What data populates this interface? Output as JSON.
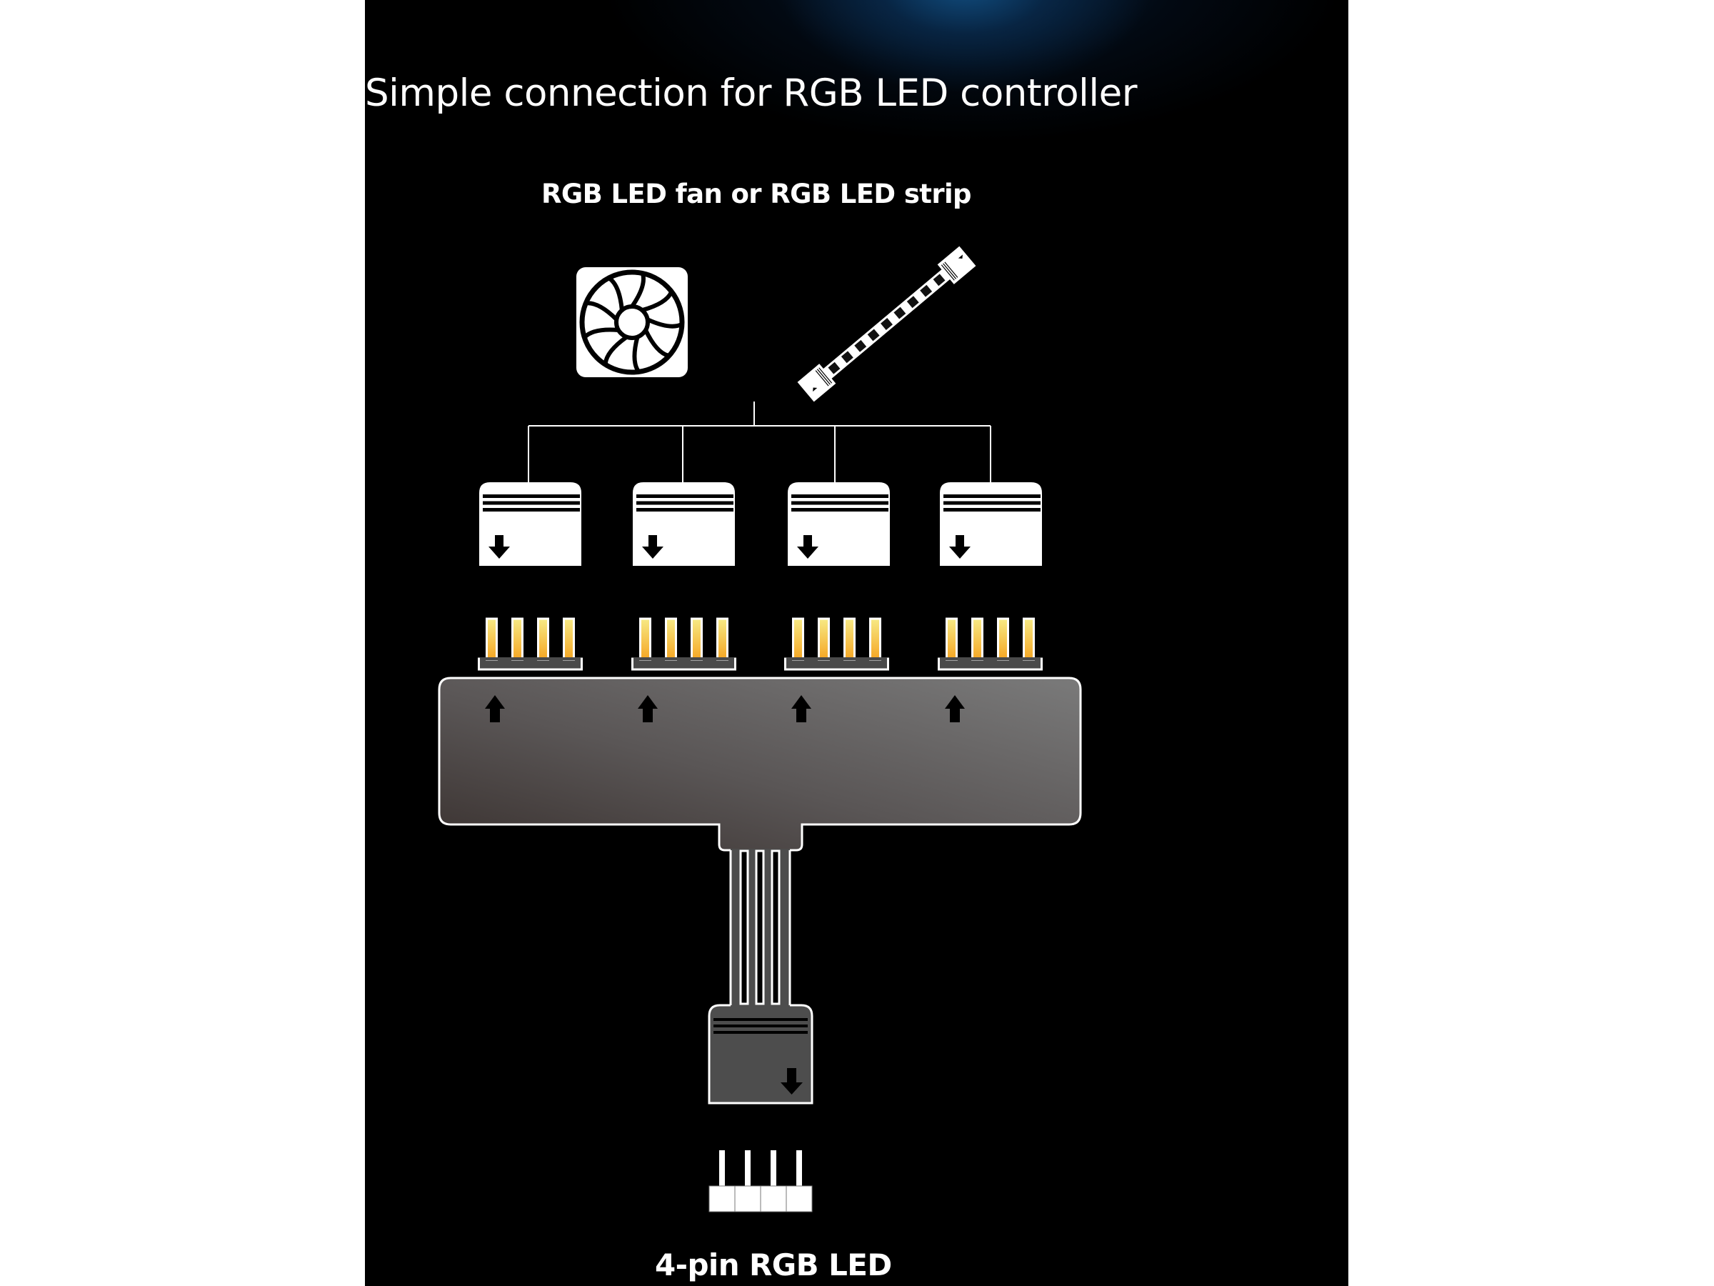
{
  "page": {
    "title": "Simple connection for RGB LED controller",
    "devices_label": "RGB LED fan or RGB LED strip",
    "source_label": "4-pin RGB LED"
  },
  "devices": [
    {
      "name": "RGB LED fan",
      "icon": "fan-icon"
    },
    {
      "name": "RGB LED strip",
      "icon": "led-strip-icon"
    }
  ],
  "splitter": {
    "output_ports": 4,
    "pins_per_port": 4,
    "input_pins": 4,
    "connection_direction_outputs": "down",
    "connection_direction_hub": "up"
  },
  "colors": {
    "background": "#000000",
    "page_margin": "#ffffff",
    "glow": "#12548a",
    "connector": "#ffffff",
    "pin_gold_top": "#f7ea86",
    "pin_gold_bottom": "#f5a623",
    "pin_base": "#4a4a4a",
    "hub_dark": "#3a3230",
    "hub_light": "#777777",
    "cable": "#4d4d4d"
  }
}
